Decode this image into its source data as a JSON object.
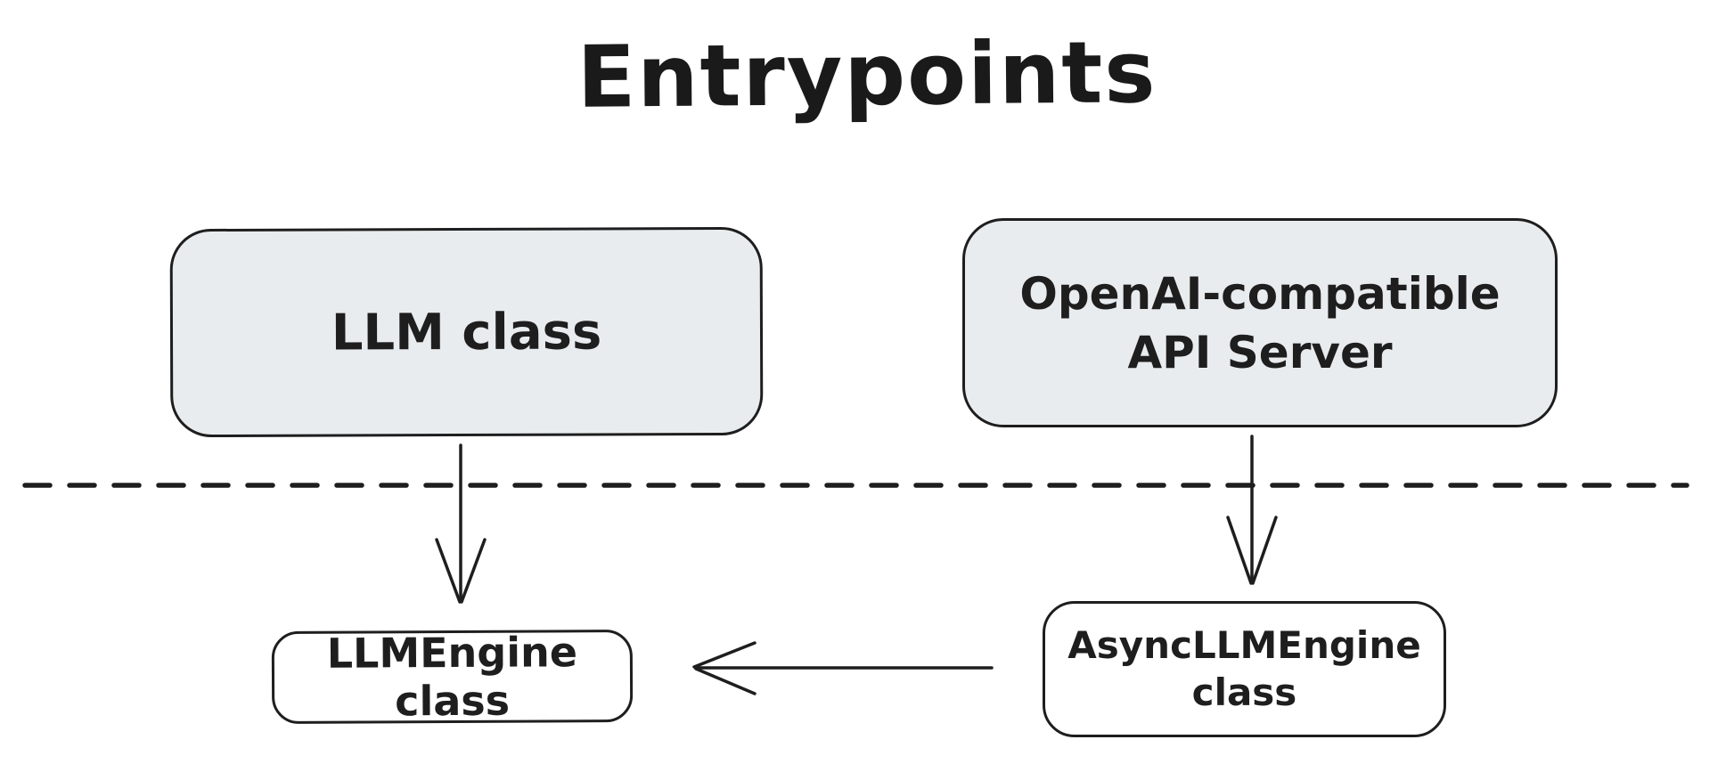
{
  "title": "Entrypoints",
  "nodes": {
    "llm_class": {
      "label": "LLM class"
    },
    "api_server": {
      "lines": [
        "OpenAI-compatible",
        "API Server"
      ]
    },
    "llm_engine": {
      "label": "LLMEngine class"
    },
    "async_llm_engine": {
      "lines": [
        "AsyncLLMEngine",
        "class"
      ]
    }
  },
  "connectors": {
    "divider": "dashed horizontal separator between entrypoints layer and engine layer",
    "arrow_llm_to_engine": "LLM class to LLMEngine class (down)",
    "arrow_api_to_async": "OpenAI-compatible API Server to AsyncLLMEngine class (down)",
    "arrow_async_to_engine": "AsyncLLMEngine class to LLMEngine class (left)"
  },
  "colors": {
    "stroke": "#1e1e1e",
    "entry_box_fill": "#e9ecef",
    "engine_box_fill": "#ffffff",
    "background": "#ffffff"
  }
}
